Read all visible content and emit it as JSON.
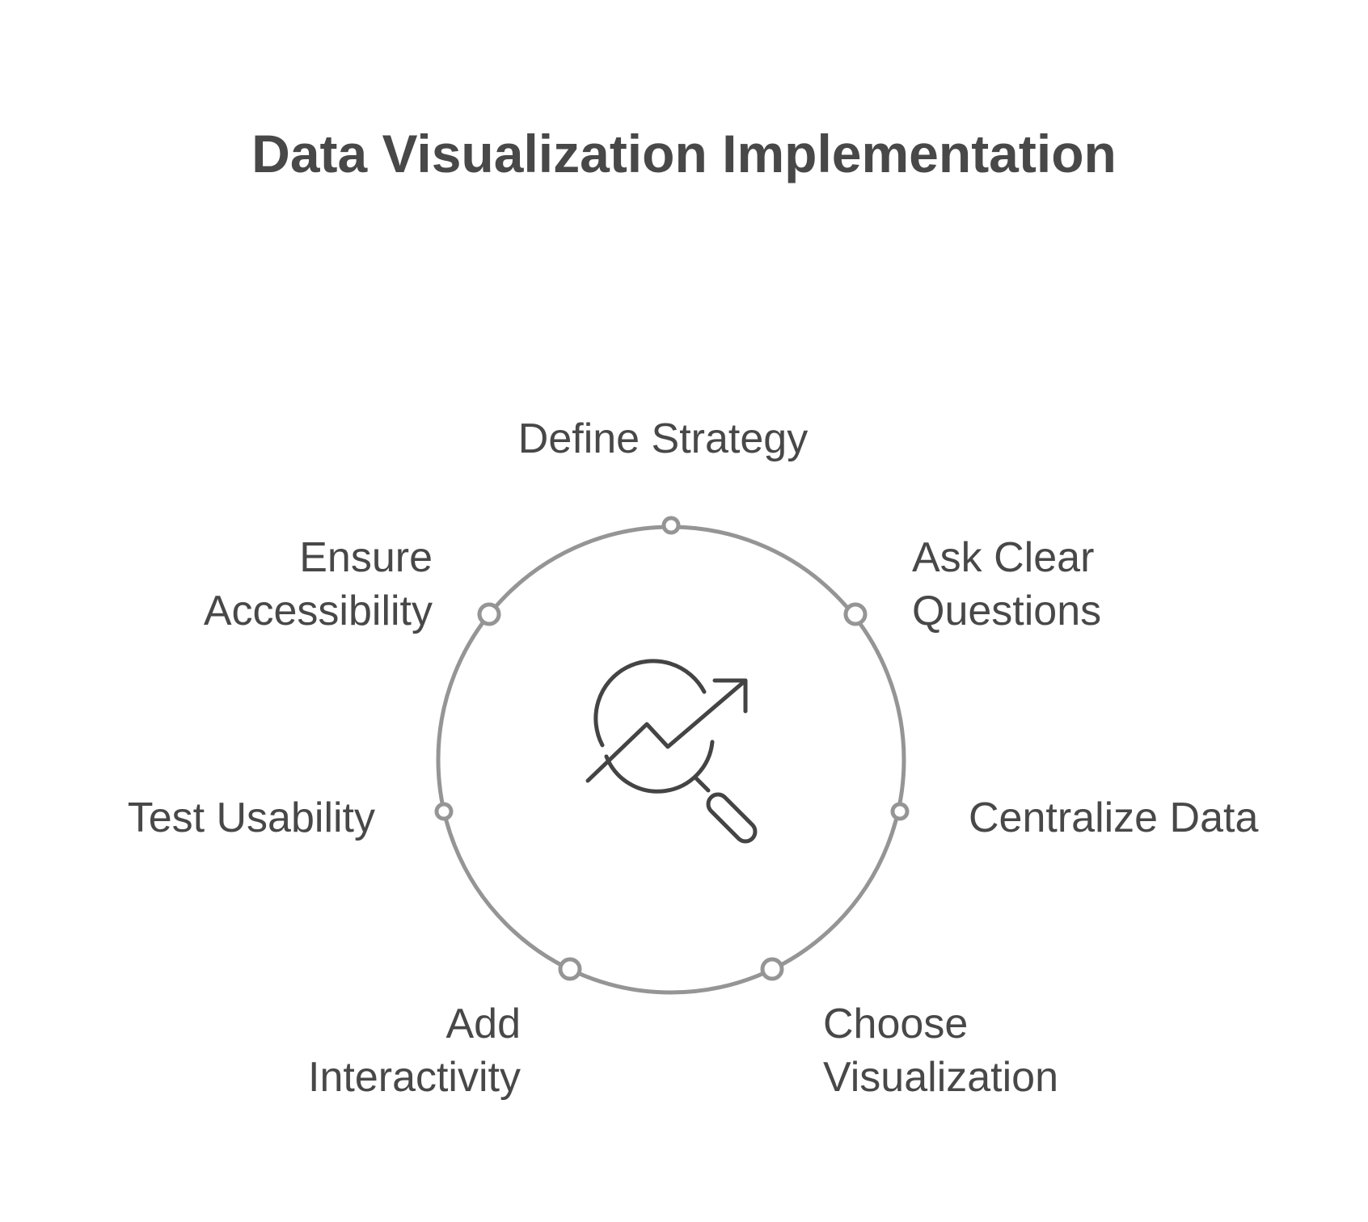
{
  "title": "Data Visualization Implementation",
  "center_icon": "chart-magnifier-icon",
  "colors": {
    "text": "#484848",
    "ring": "#959595",
    "icon": "#444444"
  },
  "steps": [
    {
      "id": "define",
      "label": "Define Strategy"
    },
    {
      "id": "ask",
      "label": "Ask Clear\nQuestions"
    },
    {
      "id": "centralize",
      "label": "Centralize Data"
    },
    {
      "id": "choose",
      "label": "Choose\nVisualization"
    },
    {
      "id": "add",
      "label": "Add\nInteractivity"
    },
    {
      "id": "test",
      "label": "Test Usability"
    },
    {
      "id": "ensure",
      "label": "Ensure\nAccessibility"
    }
  ]
}
